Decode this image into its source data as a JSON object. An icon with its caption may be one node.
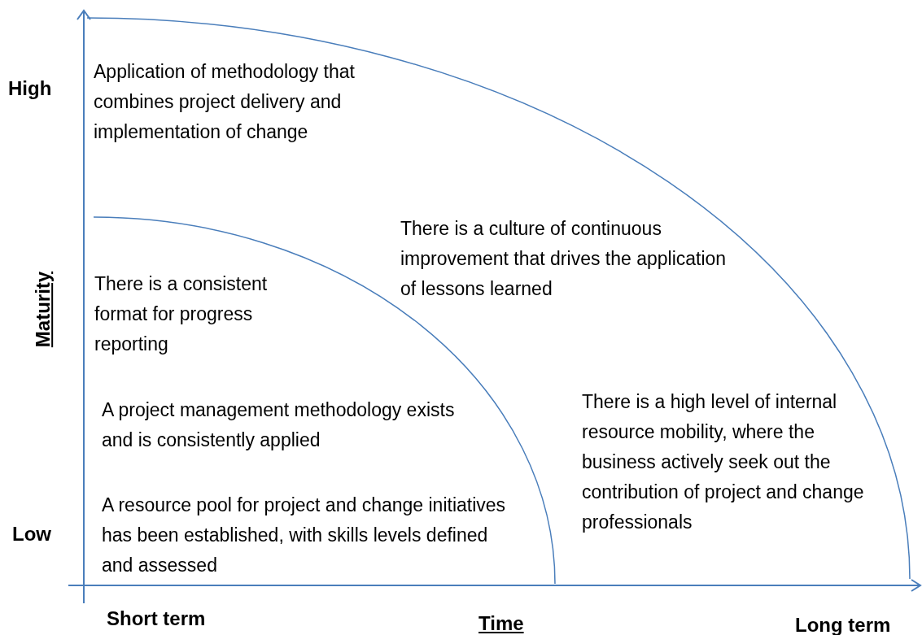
{
  "diagram": {
    "labels": [
      "High",
      "Application of methodology that combines project delivery and implementation of change",
      "There is a culture of continuous improvement that drives the application of lessons learned",
      "Maturity",
      "There is a consistent format for progress reporting",
      "A project management methodology exists and is consistently applied",
      "There is a high level of internal resource mobility, where the business actively seek out the contribution of project and change professionals",
      "Low",
      "A resource pool for project and change initiatives has been established, with skills levels defined and assessed",
      "Short term",
      "Time",
      "Long term"
    ]
  }
}
